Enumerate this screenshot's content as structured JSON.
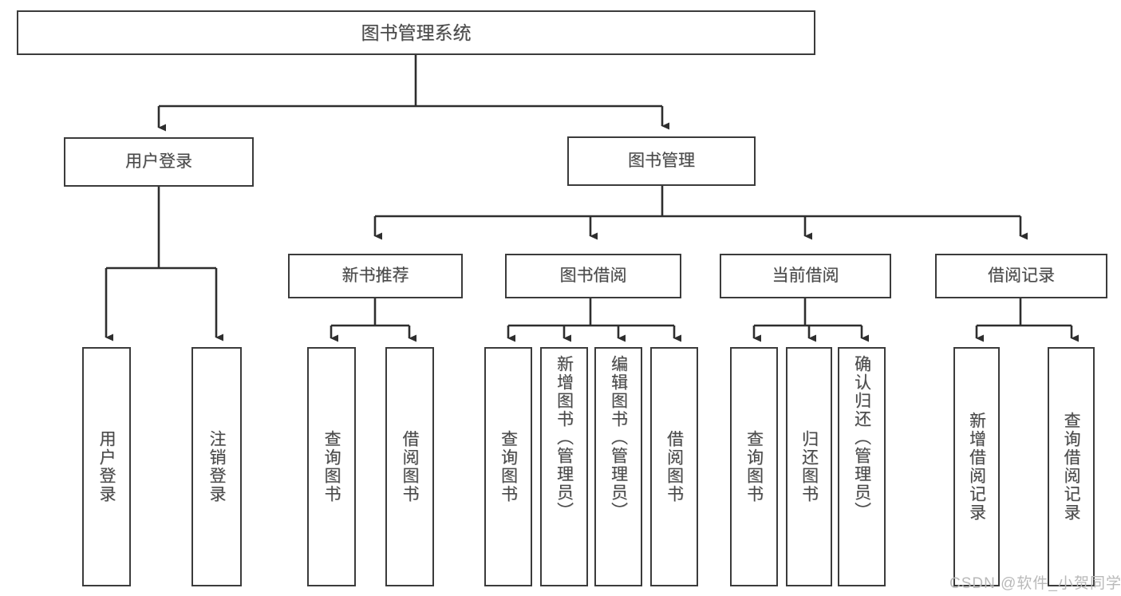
{
  "diagram": {
    "title": "图书管理系统",
    "watermark": "CSDN @软件_小贺同学",
    "colors": {
      "border": "#3b3b3b",
      "text": "#4a4a4a",
      "background": "#ffffff",
      "watermark": "#b9b9b9"
    },
    "root": {
      "label": "图书管理系统"
    },
    "level1": [
      {
        "label": "用户登录"
      },
      {
        "label": "图书管理"
      }
    ],
    "level2": [
      {
        "label": "新书推荐"
      },
      {
        "label": "图书借阅"
      },
      {
        "label": "当前借阅"
      },
      {
        "label": "借阅记录"
      }
    ],
    "leaves": {
      "user_login": [
        {
          "label": "用户登录"
        },
        {
          "label": "注销登录"
        }
      ],
      "new_book_recommend": [
        {
          "label": "查询图书"
        },
        {
          "label": "借阅图书"
        }
      ],
      "book_borrow": [
        {
          "label": "查询图书"
        },
        {
          "label": "新增图书（管理员）"
        },
        {
          "label": "编辑图书（管理员）"
        },
        {
          "label": "借阅图书"
        }
      ],
      "current_borrow": [
        {
          "label": "查询图书"
        },
        {
          "label": "归还图书"
        },
        {
          "label": "确认归还（管理员）"
        }
      ],
      "borrow_records": [
        {
          "label": "新增借阅记录"
        },
        {
          "label": "查询借阅记录"
        }
      ]
    }
  }
}
